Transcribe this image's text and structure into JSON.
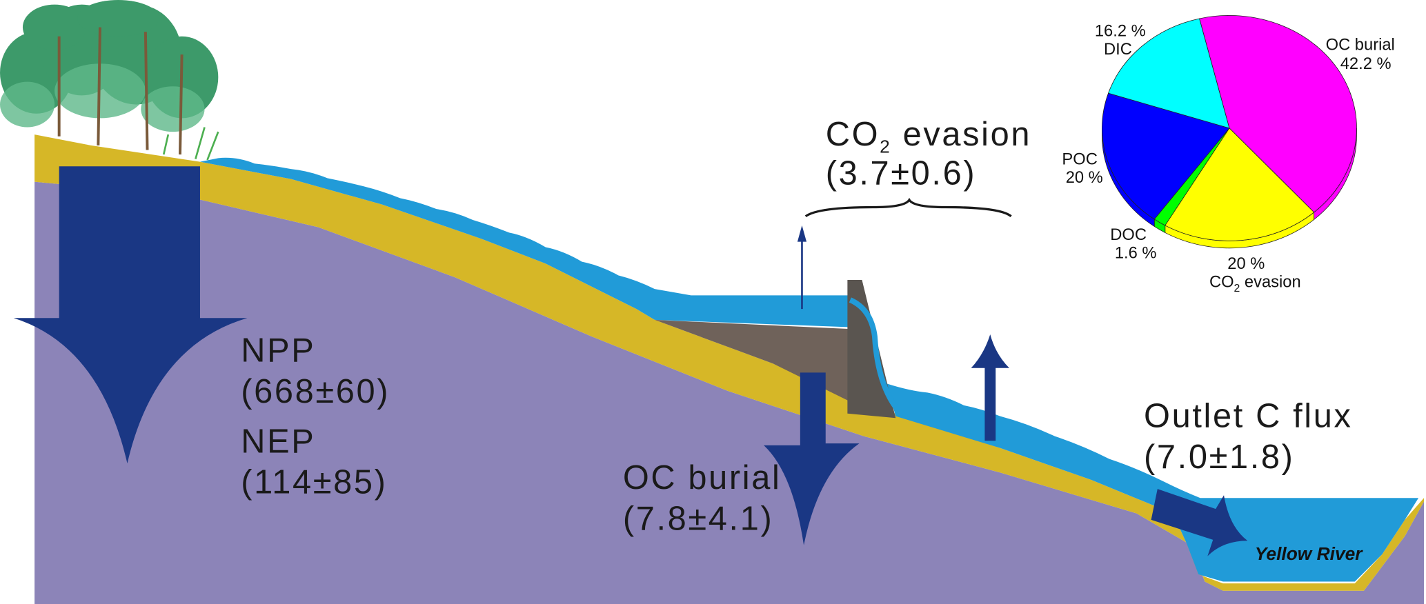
{
  "colors": {
    "bedrock": "#8c84b8",
    "soil": "#d6b727",
    "water": "#219bd8",
    "sediment": "#6f625a",
    "arrow": "#1a3784",
    "dam": "#5a5550"
  },
  "labels": {
    "npp": "NPP",
    "npp_value": "(668±60)",
    "nep": "NEP",
    "nep_value": "(114±85)",
    "co2_prefix": "CO",
    "co2_sub": "2",
    "co2_suffix": " evasion",
    "co2_value": "(3.7±0.6)",
    "oc_burial": "OC burial",
    "oc_burial_value": "(7.8±4.1)",
    "outlet": "Outlet C flux",
    "outlet_value": "(7.0±1.8)",
    "river": "Yellow River"
  },
  "chart_data": {
    "type": "pie",
    "slices": [
      {
        "name": "OC burial",
        "value": 42.2,
        "label_top": "OC burial",
        "label_bottom": "42.2 %",
        "color": "#ff00ff"
      },
      {
        "name": "CO2 evasion",
        "value": 20,
        "label_top": "20 %",
        "label_bottom": "CO2 evasion",
        "color": "#ffff00"
      },
      {
        "name": "DOC",
        "value": 1.6,
        "label_top": "DOC",
        "label_bottom": "1.6 %",
        "color": "#00ff00"
      },
      {
        "name": "POC",
        "value": 20,
        "label_top": "POC",
        "label_bottom": "20 %",
        "color": "#0000ff"
      },
      {
        "name": "DIC",
        "value": 16.2,
        "label_top": "16.2 %",
        "label_bottom": "DIC",
        "color": "#00ffff"
      }
    ]
  }
}
